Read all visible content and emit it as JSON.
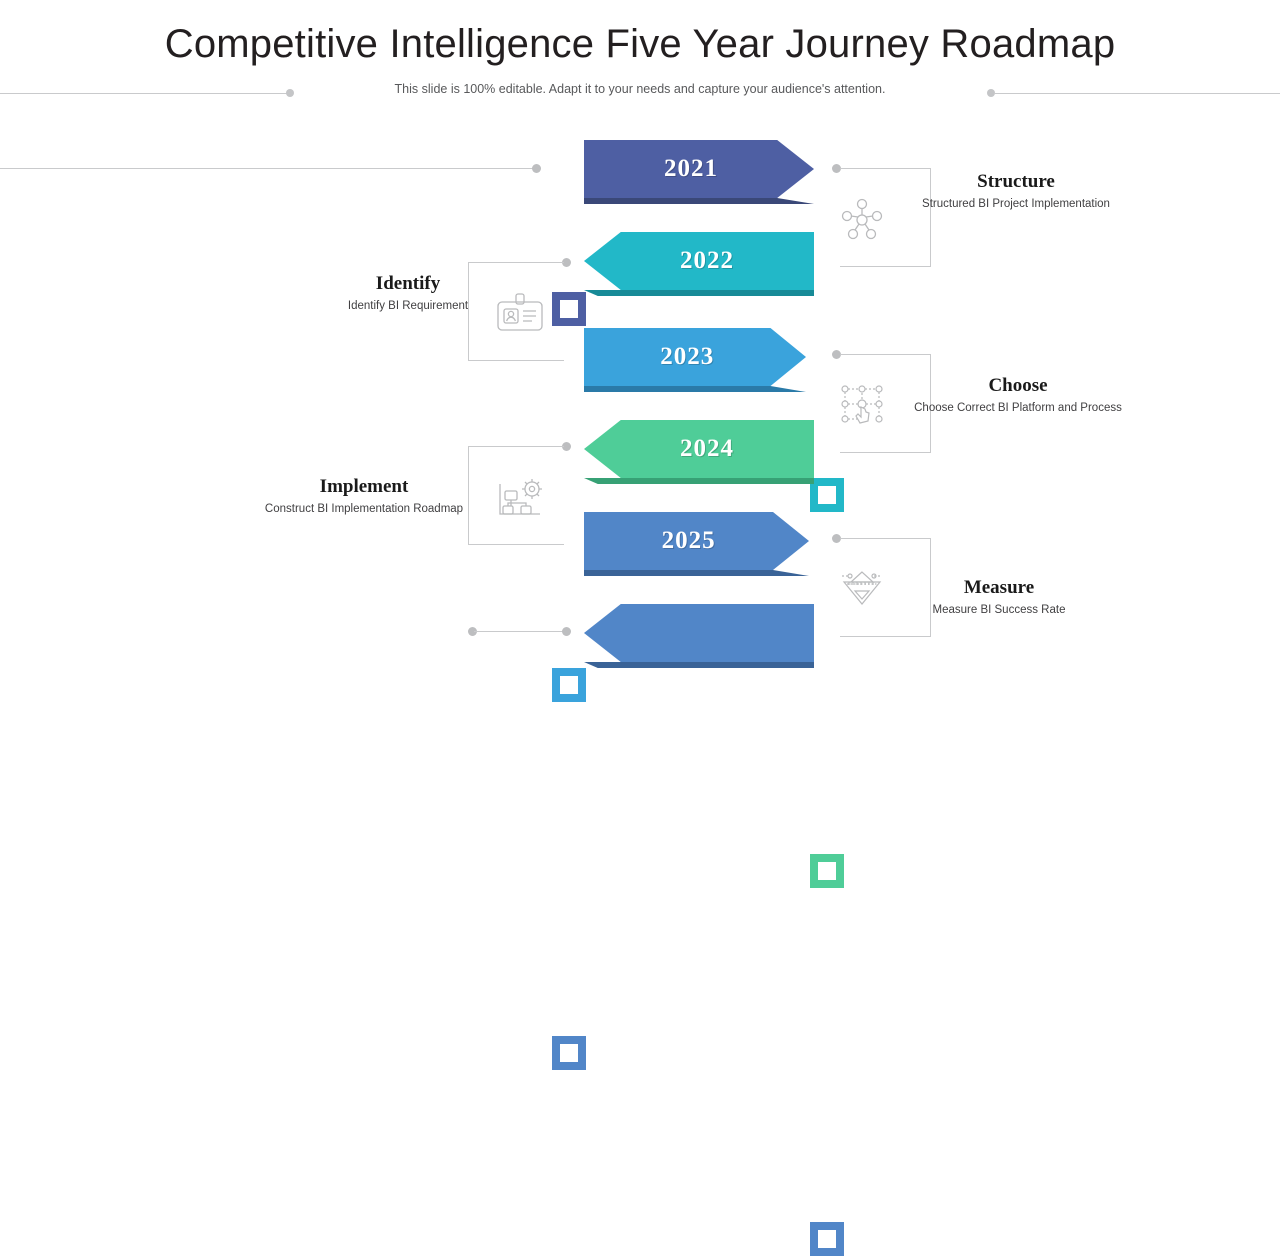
{
  "header": {
    "title": "Competitive Intelligence Five Year Journey Roadmap",
    "subtitle": "This slide is 100% editable. Adapt it to your needs and capture your audience's attention."
  },
  "colors": {
    "year_2021": "#4e5fa3",
    "year_2022": "#22b8c8",
    "year_2023": "#3aa3dc",
    "year_2024": "#4fcd98",
    "year_2025": "#5186c8",
    "year_blank": "#5186c8",
    "connector": "#c9cacc",
    "icon": "#b9babc",
    "title_text": "#231f20",
    "subtitle_text": "#58595b"
  },
  "steps": [
    {
      "year": "2021",
      "direction": "right",
      "color": "#4e5fa3"
    },
    {
      "year": "2022",
      "direction": "left",
      "color": "#22b8c8"
    },
    {
      "year": "2023",
      "direction": "right",
      "color": "#3aa3dc"
    },
    {
      "year": "2024",
      "direction": "left",
      "color": "#4fcd98"
    },
    {
      "year": "2025",
      "direction": "right",
      "color": "#5186c8"
    },
    {
      "year": "",
      "direction": "left",
      "color": "#5186c8"
    }
  ],
  "milestones": [
    {
      "heading": "Structure",
      "description": "Structured BI Project Implementation",
      "side": "right",
      "icon": "network-nodes-icon"
    },
    {
      "heading": "Identify",
      "description": "Identify BI Requirement",
      "side": "left",
      "icon": "id-card-icon"
    },
    {
      "heading": "Choose",
      "description": "Choose Correct BI Platform and Process",
      "side": "right",
      "icon": "select-node-cursor-icon"
    },
    {
      "heading": "Implement",
      "description": "Construct BI Implementation Roadmap",
      "side": "left",
      "icon": "gear-flowchart-icon"
    },
    {
      "heading": "Measure",
      "description": "Measure BI Success Rate",
      "side": "right",
      "icon": "measuring-scale-icon"
    }
  ]
}
